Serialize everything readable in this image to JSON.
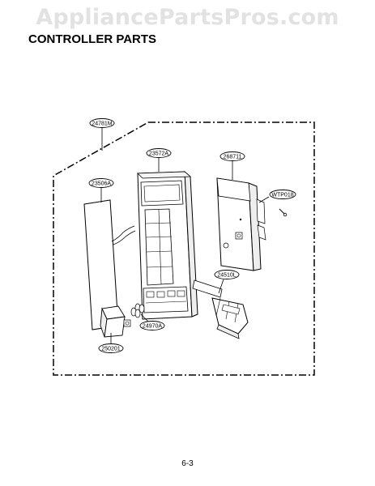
{
  "watermark": "AppliancePartsPros.com",
  "title": "CONTROLLER PARTS",
  "page_number": "6-3",
  "parts": {
    "assembly": "24781M",
    "control_panel": "23572A",
    "pcb": "268711",
    "screw": "WTP018",
    "membrane": "23506A",
    "bracket": "24510L",
    "spring": "24970A",
    "door_button": "250201"
  }
}
